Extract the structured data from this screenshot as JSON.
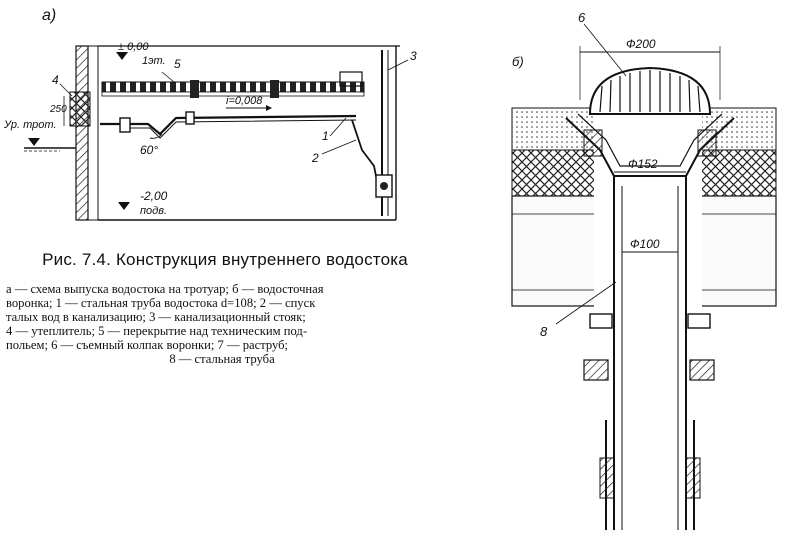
{
  "figure": {
    "panel_a_label": "а)",
    "panel_b_label": "б)",
    "caption_title": "Рис. 7.4. Конструкция внутреннего водостока",
    "caption_lines": [
      "а — схема выпуска водостока на тротуар; б — водосточная",
      "воронка; 1 — стальная труба водостока d=108; 2 — спуск",
      "талых вод в канализацию; 3 — канализационный стояк;",
      "4 — утеплитель; 5 — перекрытие над техническим под-",
      "польем; 6 — съемный колпак воронки; 7 — раструб;",
      "8 — стальная труба"
    ]
  },
  "panel_a": {
    "level_top": "± 0,00",
    "floor_label": "1эт.",
    "level_bottom": "-2,00",
    "basement_label": "подв.",
    "slope": "i=0,008",
    "angle": "60°",
    "dim_250": "250",
    "sidewalk_level": "Ур. трот.",
    "callouts": [
      "1",
      "2",
      "3",
      "4",
      "5"
    ]
  },
  "panel_b": {
    "dia_cap": "Ф200",
    "dia_funnel": "Ф152",
    "dia_pipe": "Ф100",
    "callouts": [
      "6",
      "8"
    ]
  }
}
